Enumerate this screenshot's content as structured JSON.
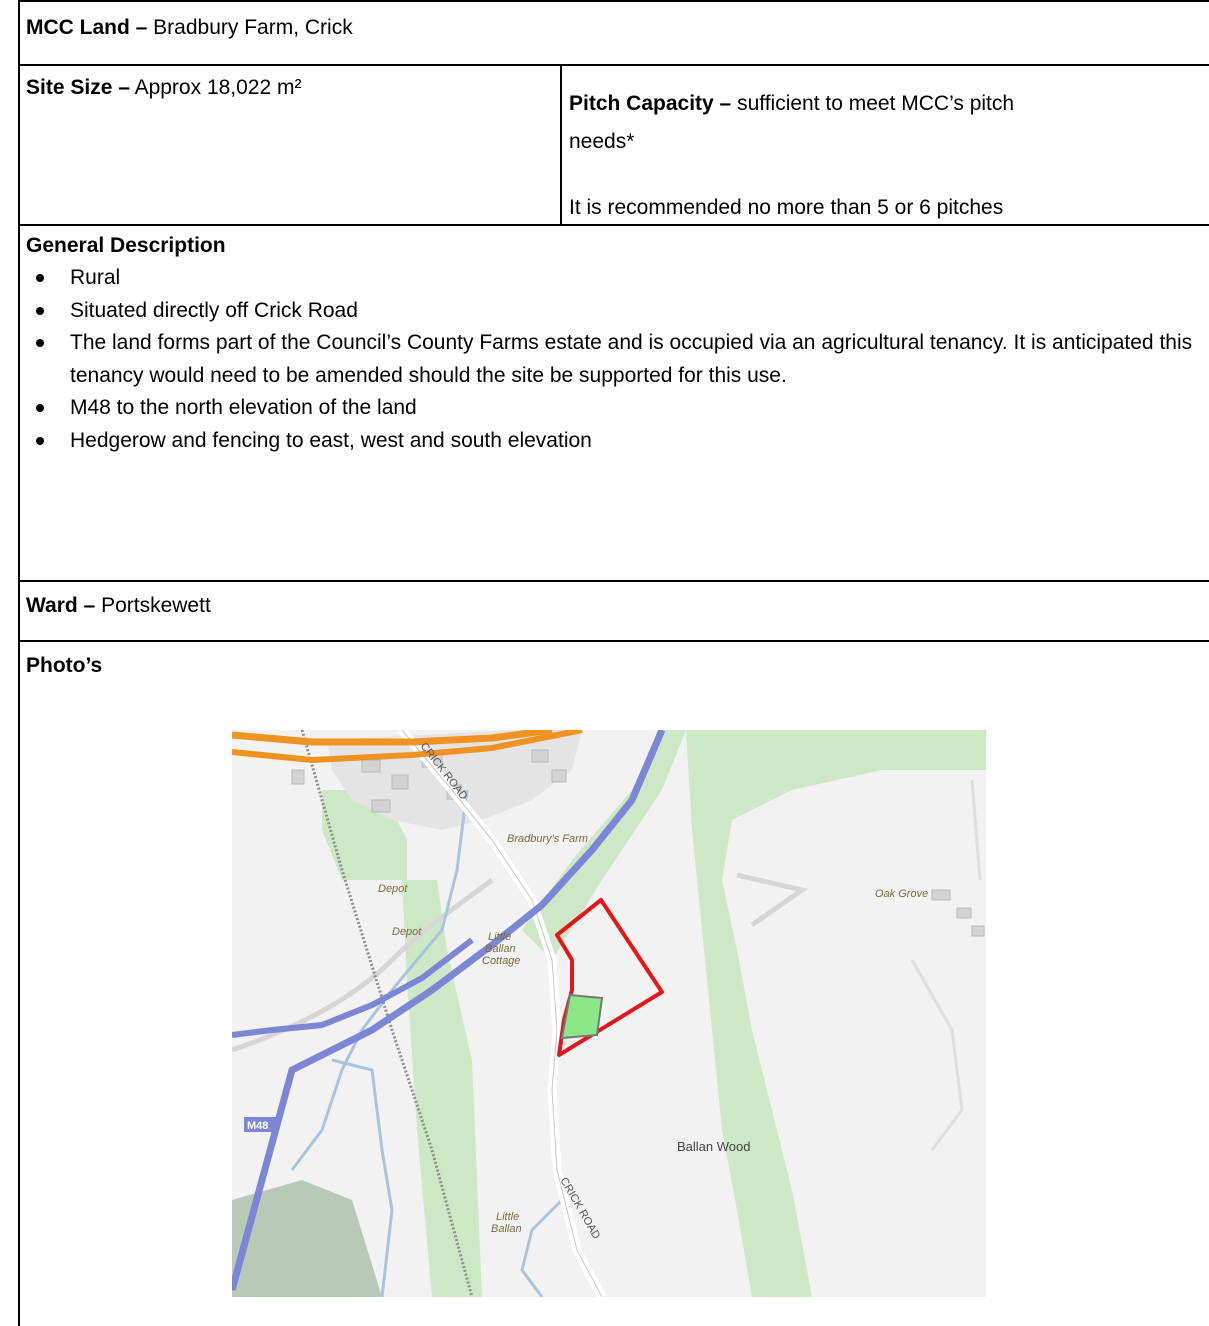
{
  "header": {
    "label": "MCC Land –",
    "value": " Bradbury Farm, Crick"
  },
  "site_size": {
    "label": "Site Size –",
    "value": " Approx 18,022 m²"
  },
  "pitch_capacity": {
    "label": "Pitch Capacity –",
    "value_line1": "  sufficient to meet MCC’s pitch",
    "value_line2": "needs*",
    "recommendation": "It is recommended no more than 5 or 6 pitches"
  },
  "general_description": {
    "heading": "General Description",
    "items": [
      {
        "text": "Rural"
      },
      {
        "text": "Situated directly off Crick Road"
      },
      {
        "text": "The land forms part of the Council’s County Farms estate and is occupied via an agricultural tenancy.  It is anticipated this tenancy would need to be amended should the site be supported for this use."
      },
      {
        "text": "M48 to the north elevation of the land"
      },
      {
        "text": "Hedgerow and fencing to east, west and south elevation"
      }
    ]
  },
  "ward": {
    "label": "Ward –",
    "value": " Portskewett"
  },
  "photos": {
    "heading": "Photo’s"
  },
  "map": {
    "labels": {
      "road_north": "CRICK ROAD",
      "road_south": "CRICK ROAD",
      "farm": "Bradbury's Farm",
      "depot1": "Depot",
      "depot2": "Depot",
      "cottage_l1": "Little",
      "cottage_l2": "Ballan",
      "cottage_l3": "Cottage",
      "little_ballan_l1": "Little",
      "little_ballan_l2": "Ballan",
      "oak_grove": "Oak Grove",
      "ballan_wood": "Ballan Wood",
      "motorway": "M48"
    },
    "colors": {
      "background": "#f2f2f2",
      "woodland": "#cde8c4",
      "motorway_a": "#7b86d6",
      "motorway_b": "#f0921f",
      "site_boundary": "#e3161b",
      "site_fill": "#8ae887",
      "water": "#a8c4de"
    }
  }
}
